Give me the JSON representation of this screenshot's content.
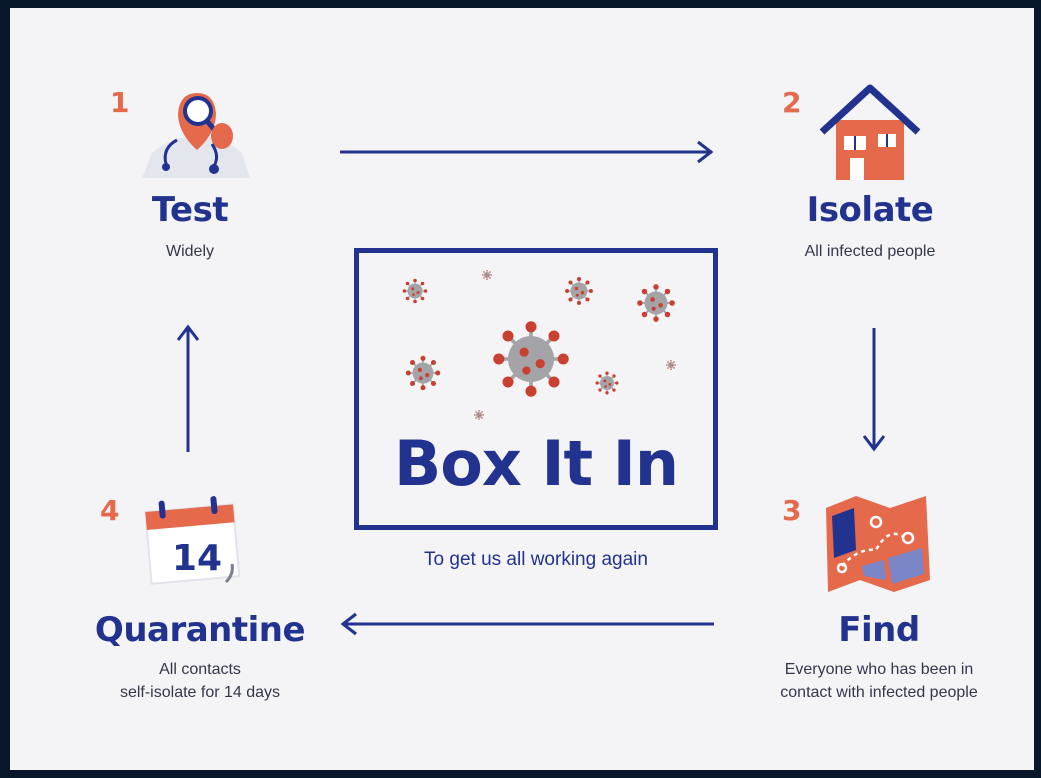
{
  "steps": [
    {
      "number": "1",
      "title": "Test",
      "subtitle": [
        "Widely"
      ],
      "icon": "doctor-magnifier-icon"
    },
    {
      "number": "2",
      "title": "Isolate",
      "subtitle": [
        "All infected people"
      ],
      "icon": "house-icon"
    },
    {
      "number": "3",
      "title": "Find",
      "subtitle": [
        "Everyone who has been in",
        "contact with infected people"
      ],
      "icon": "map-icon"
    },
    {
      "number": "4",
      "title": "Quarantine",
      "subtitle": [
        "All contacts",
        "self-isolate for 14 days"
      ],
      "icon": "calendar-icon"
    }
  ],
  "calendar_day": "14",
  "center": {
    "title": "Box It In",
    "tagline": "To get us all working again",
    "icon": "virus-icon"
  },
  "colors": {
    "navy": "#22338f",
    "orange": "#e56a4b",
    "background": "#f4f4f7",
    "frame": "#071628"
  }
}
